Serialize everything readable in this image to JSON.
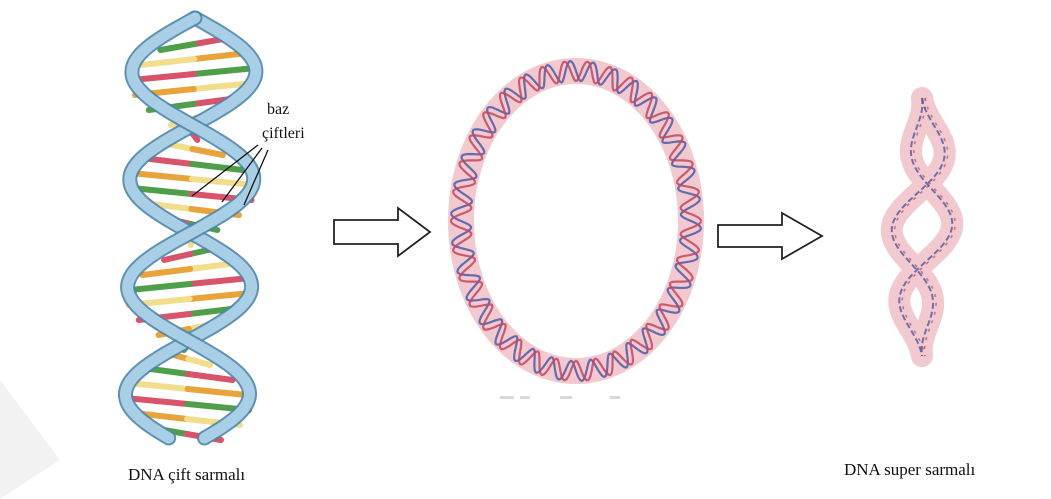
{
  "labels": {
    "base_pairs_line1": "baz",
    "base_pairs_line2": "çiftleri",
    "double_helix": "DNA çift sarmalı",
    "supercoil": "DNA super sarmalı"
  },
  "colors": {
    "backbone": "#a9cfe6",
    "backbone_edge": "#4d86ad",
    "base_red": "#d9536a",
    "base_orange": "#e8a43a",
    "base_green": "#4f9f4a",
    "base_yellow": "#f1dd8a",
    "ring_fill": "#f3c9d0",
    "ring_strand_blue": "#4b5aa6",
    "ring_strand_red": "#c2475e",
    "arrow": "#222222"
  },
  "icons": [
    "right-arrow-icon",
    "right-arrow-icon"
  ]
}
